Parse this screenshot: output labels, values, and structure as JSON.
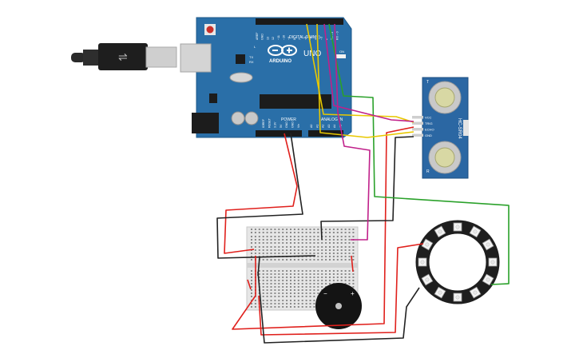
{
  "arduino": {
    "digital_label": "DIGITAL (PWM~)",
    "logo_text": "ARDUINO",
    "model_text": "UNO",
    "power_label": "POWER",
    "analog_label": "ANALOG IN",
    "power_pins": [
      "IOREF",
      "RESET",
      "3.3V",
      "5V",
      "GND",
      "GND",
      "Vin"
    ],
    "analog_pins": [
      "A0",
      "A1",
      "A2",
      "A3",
      "A4",
      "A5"
    ],
    "digital_pins": [
      "AREF",
      "GND",
      "13",
      "12",
      "~11",
      "~10",
      "~9",
      "8",
      "7",
      "~6",
      "~5",
      "4",
      "~3",
      "2",
      "TX→1",
      "RX←0"
    ],
    "led_labels": [
      "L",
      "TX",
      "RX"
    ],
    "on_label": "ON"
  },
  "sensor": {
    "model_text": "HC-SR04",
    "pins": [
      "VCC",
      "TRIG",
      "ECHO",
      "GND"
    ],
    "top_mark": "T",
    "bottom_mark": "R"
  },
  "buzzer": {
    "minus_label": "−",
    "plus_label": "+"
  },
  "colors": {
    "board": "#2a6fa8",
    "wire_red": "#e0201c",
    "wire_black": "#222222",
    "wire_green": "#2aa12a",
    "wire_yellow": "#e8c800",
    "wire_magenta": "#c0208a",
    "breadboard": "#e6e6e6"
  }
}
